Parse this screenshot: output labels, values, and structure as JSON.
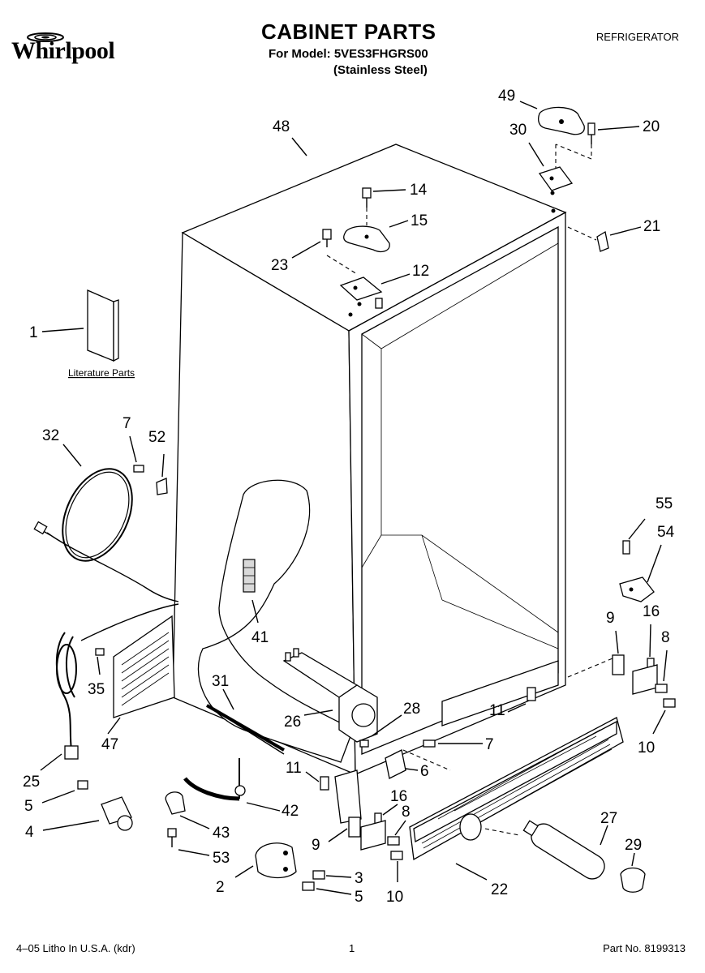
{
  "brand": {
    "name": "Whirlpool"
  },
  "header": {
    "title": "CABINET PARTS",
    "model_line": "For Model: 5VES3FHGRS00",
    "finish": "(Stainless Steel)",
    "category": "REFRIGERATOR"
  },
  "literature_label": "Literature Parts",
  "callouts": {
    "c1": "1",
    "c2": "2",
    "c3": "3",
    "c4": "4",
    "c5a": "5",
    "c5b": "5",
    "c6": "6",
    "c7a": "7",
    "c7b": "7",
    "c8a": "8",
    "c8b": "8",
    "c9a": "9",
    "c9b": "9",
    "c10a": "10",
    "c10b": "10",
    "c11a": "11",
    "c11b": "11",
    "c12": "12",
    "c14": "14",
    "c15": "15",
    "c16a": "16",
    "c16b": "16",
    "c20": "20",
    "c21": "21",
    "c22": "22",
    "c23": "23",
    "c25": "25",
    "c26": "26",
    "c27": "27",
    "c28": "28",
    "c29": "29",
    "c30": "30",
    "c31": "31",
    "c32": "32",
    "c35": "35",
    "c41": "41",
    "c42": "42",
    "c43": "43",
    "c47": "47",
    "c48": "48",
    "c49": "49",
    "c52": "52",
    "c53": "53",
    "c54": "54",
    "c55": "55"
  },
  "footer": {
    "print_info": "4–05 Litho In U.S.A. (kdr)",
    "page": "1",
    "part_no": "Part No. 8199313"
  }
}
